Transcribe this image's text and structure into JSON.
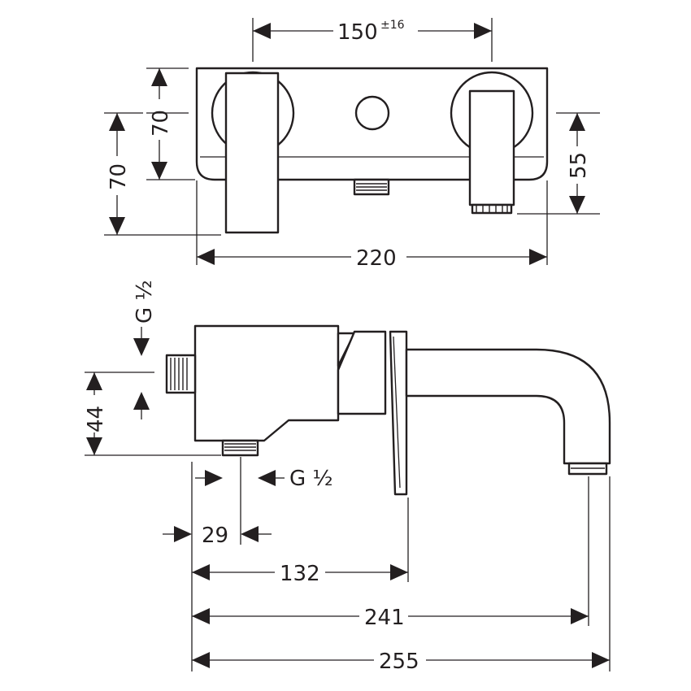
{
  "drawing": {
    "top_view": {
      "dimensions": {
        "centers_value": "150",
        "centers_tolerance": "±16",
        "overall_width": "220",
        "height_left_outer": "70",
        "height_left_inner": "70",
        "height_right": "55"
      }
    },
    "side_view": {
      "dimensions": {
        "inlet_thread": "G ½",
        "outlet_thread": "G ½",
        "inlet_height": "44",
        "outlet_offset": "29",
        "rosette_depth": "132",
        "spout_reach": "241",
        "overall_depth": "255"
      }
    },
    "line_color": "#231f20",
    "background_color": "#ffffff"
  }
}
